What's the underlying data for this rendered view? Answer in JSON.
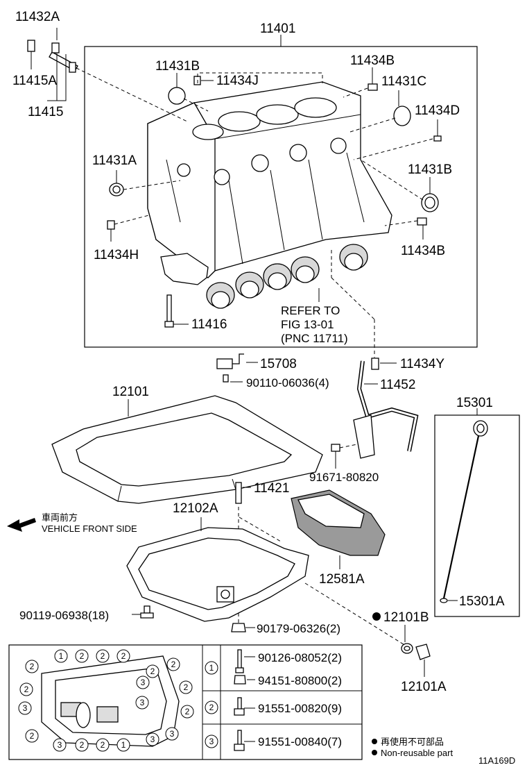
{
  "labels": {
    "p11432A": "11432A",
    "p11415A": "11415A",
    "p11415": "11415",
    "p11401": "11401",
    "p11431B_top": "11431B",
    "p11434J": "11434J",
    "p11434B_top": "11434B",
    "p11431C": "11431C",
    "p11434D": "11434D",
    "p11431A": "11431A",
    "p11431B_right": "11431B",
    "p11434H": "11434H",
    "p11434B_right": "11434B",
    "p11416": "11416",
    "refer_line1": "REFER TO",
    "refer_line2": "FIG 13-01",
    "refer_line3": "(PNC 11711)",
    "p15708": "15708",
    "p11434Y": "11434Y",
    "p90110": "90110-06036(4)",
    "p11452": "11452",
    "p12101": "12101",
    "p15301": "15301",
    "p91671": "91671-80820",
    "p11421": "11421",
    "p12102A": "12102A",
    "front_jp": "車両前方",
    "front_en": "VEHICLE FRONT SIDE",
    "p12581A": "12581A",
    "p15301A": "15301A",
    "p12101B": "12101B",
    "p90119": "90119-06938(18)",
    "p90179": "90179-06326(2)",
    "p12101A": "12101A"
  },
  "legend_table": {
    "rows": [
      {
        "num": "1",
        "parts": [
          "90126-08052(2)",
          "94151-80800(2)"
        ]
      },
      {
        "num": "2",
        "parts": [
          "91551-00820(9)"
        ]
      },
      {
        "num": "3",
        "parts": [
          "91551-00840(7)"
        ]
      }
    ]
  },
  "gasket_numbers": [
    "1",
    "2",
    "2",
    "2",
    "2",
    "2",
    "2",
    "3",
    "2",
    "3",
    "3",
    "2",
    "2",
    "3",
    "2",
    "3",
    "3",
    "2",
    "2",
    "1"
  ],
  "notes": {
    "jp": "再使用不可部品",
    "en": "Non-reusable part"
  },
  "diagram_id": "11A169D"
}
